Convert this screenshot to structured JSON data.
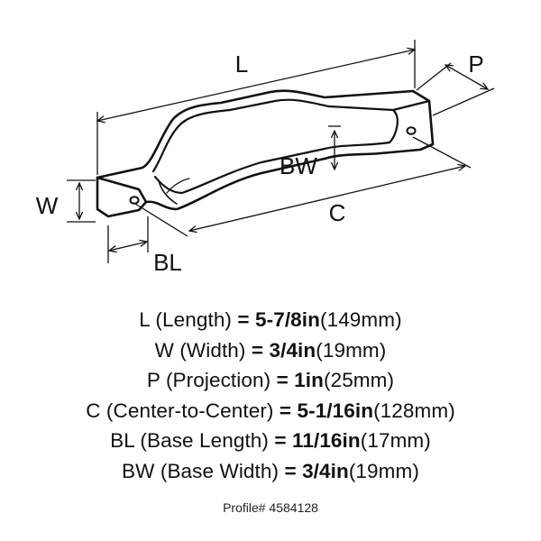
{
  "drawing": {
    "labels": {
      "length": "L",
      "projection": "P",
      "base_width": "BW",
      "width": "W",
      "center_to_center": "C",
      "base_length": "BL"
    }
  },
  "specs": [
    {
      "code": "L",
      "name": "(Length)",
      "eq": "=",
      "value": "5-7/8in",
      "metric": "(149mm)"
    },
    {
      "code": "W",
      "name": "(Width)",
      "eq": "=",
      "value": "3/4in",
      "metric": "(19mm)"
    },
    {
      "code": "P",
      "name": "(Projection)",
      "eq": "=",
      "value": "1in",
      "metric": "(25mm)"
    },
    {
      "code": "C",
      "name": "(Center-to-Center)",
      "eq": "=",
      "value": "5-1/16in",
      "metric": "(128mm)"
    },
    {
      "code": "BL",
      "name": "(Base Length)",
      "eq": "=",
      "value": "11/16in",
      "metric": "(17mm)"
    },
    {
      "code": "BW",
      "name": "(Base Width)",
      "eq": "=",
      "value": "3/4in",
      "metric": "(19mm)"
    }
  ],
  "profile": "Profile# 4584128",
  "colors": {
    "ink": "#111111",
    "background": "#ffffff"
  }
}
